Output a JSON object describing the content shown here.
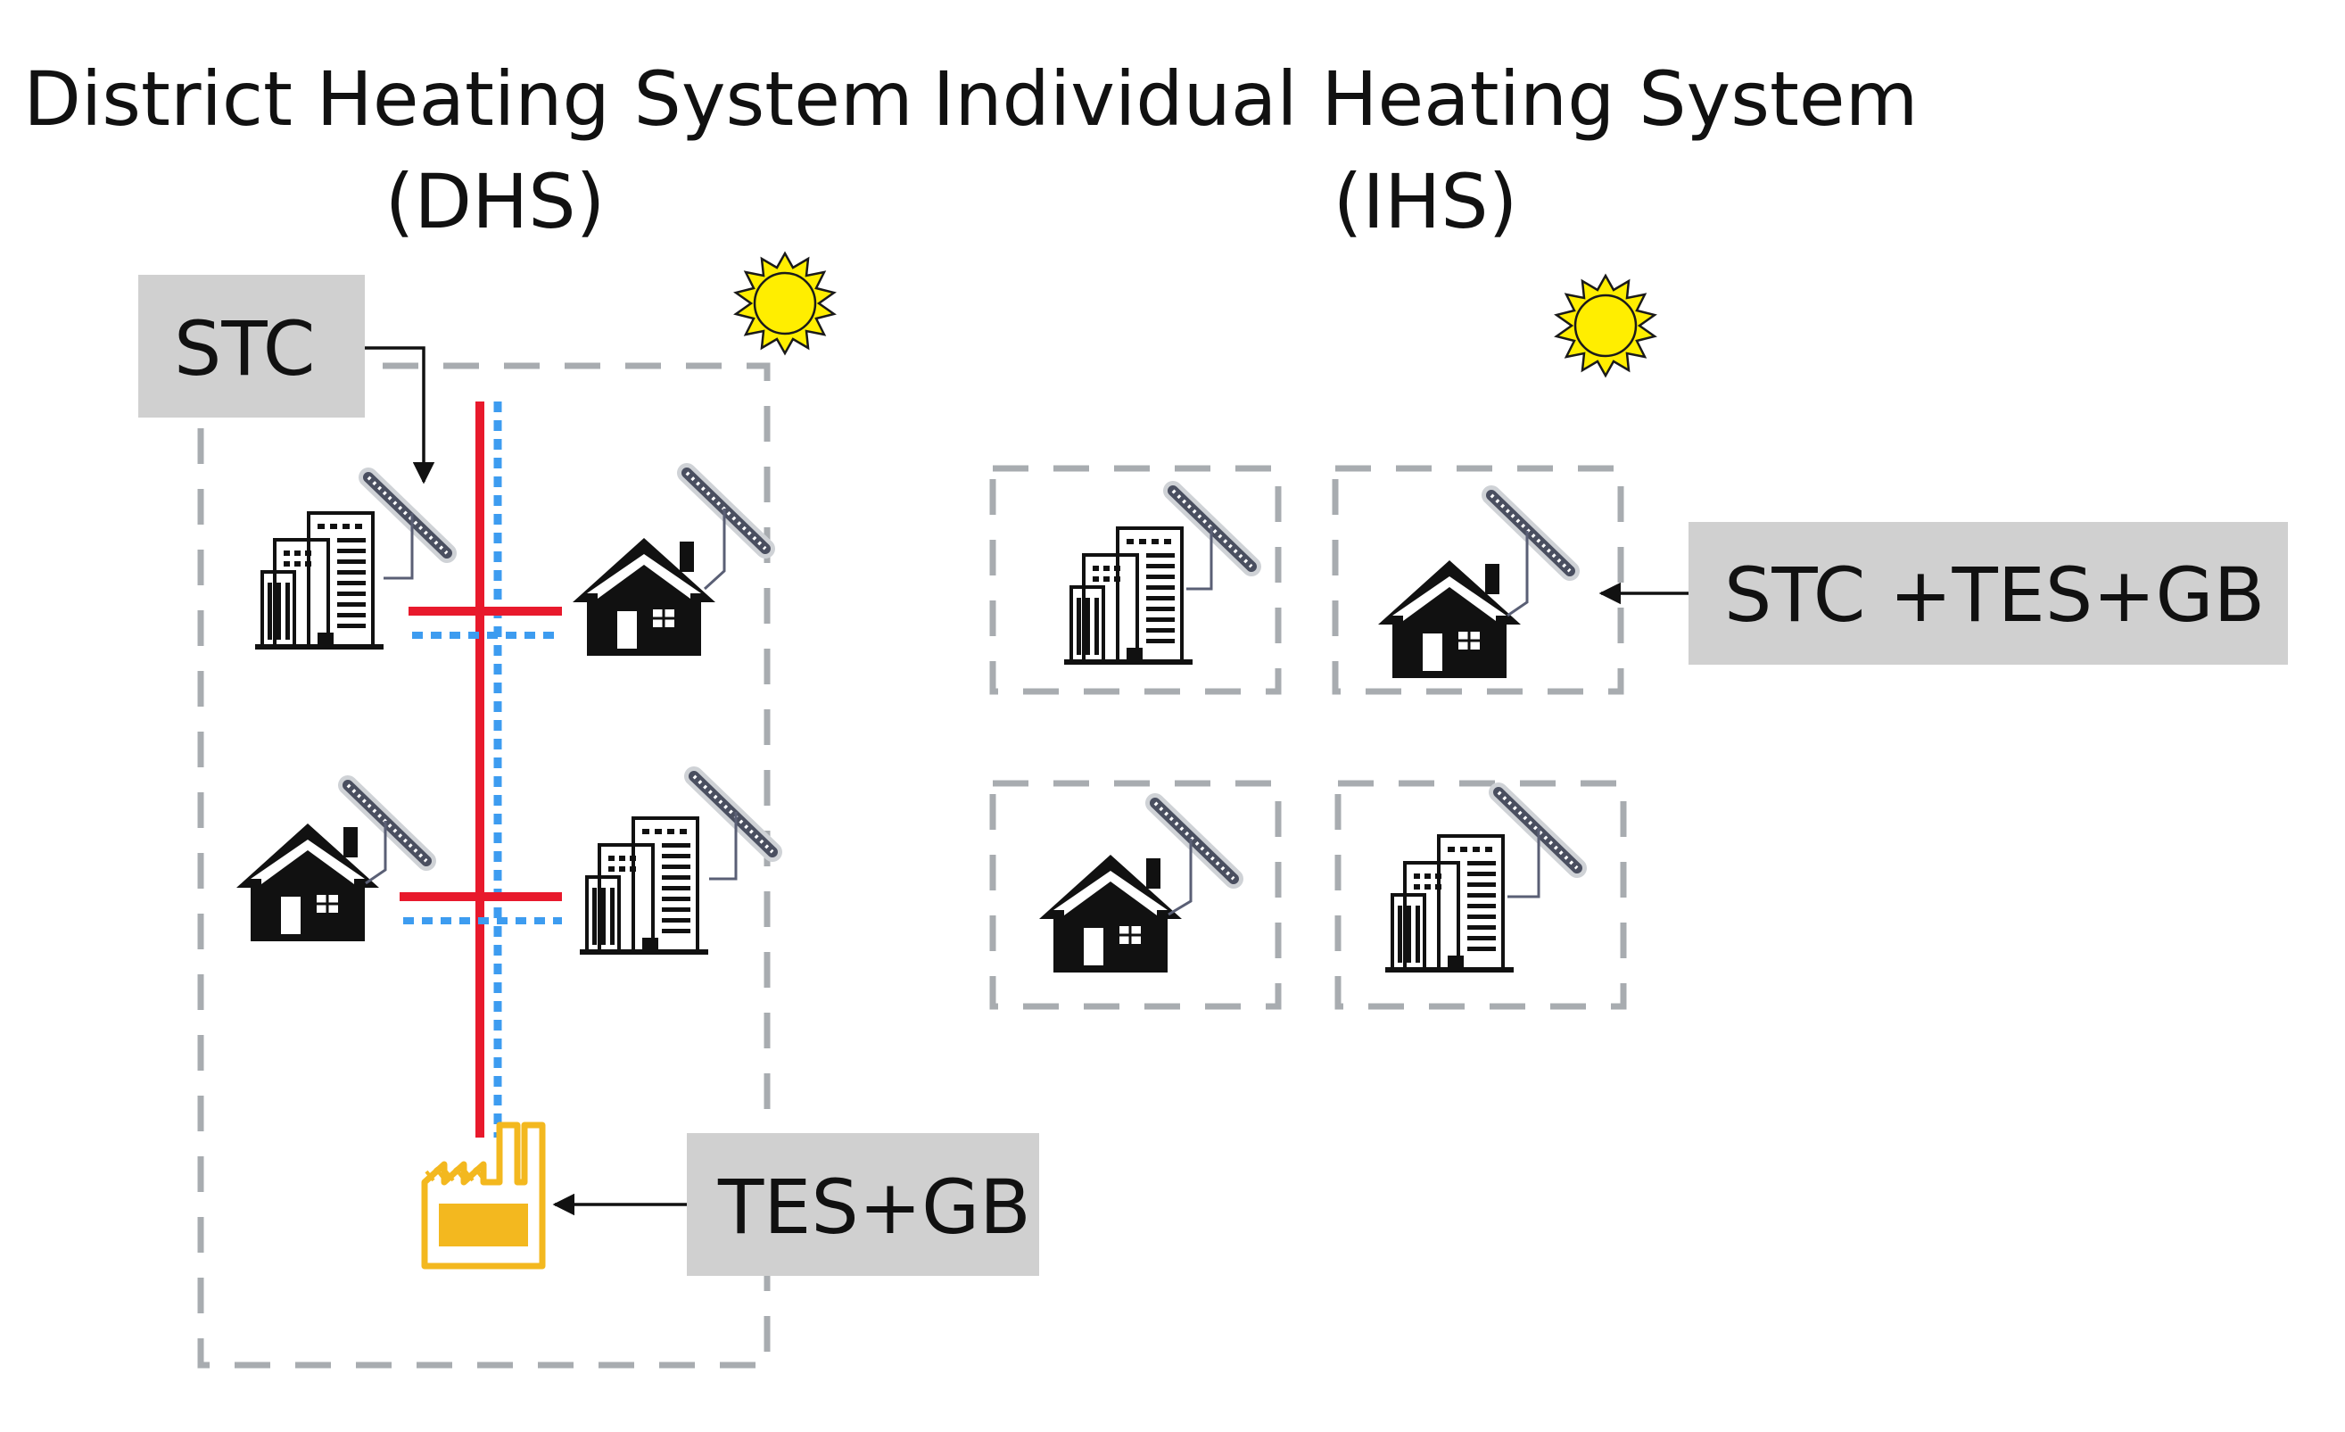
{
  "titles": {
    "dhs_line1": "District Heating System",
    "dhs_line2": "(DHS)",
    "ihs_line1": "Individual Heating System",
    "ihs_line2": "(IHS)"
  },
  "labels": {
    "stc": "STC",
    "tes_gb": "TES+GB",
    "stc_tes_gb": "STC +TES+GB"
  },
  "colors": {
    "supply_pipe": "#e8192c",
    "return_pipe": "#3d9cf0",
    "sun": "#ffee00",
    "factory": "#f3b81f",
    "callout_box": "#d0d0d0",
    "dashed_border": "#a8acb0"
  },
  "icons": [
    "sun-icon",
    "office-building-icon",
    "house-icon",
    "solar-collector-icon",
    "factory-icon"
  ]
}
